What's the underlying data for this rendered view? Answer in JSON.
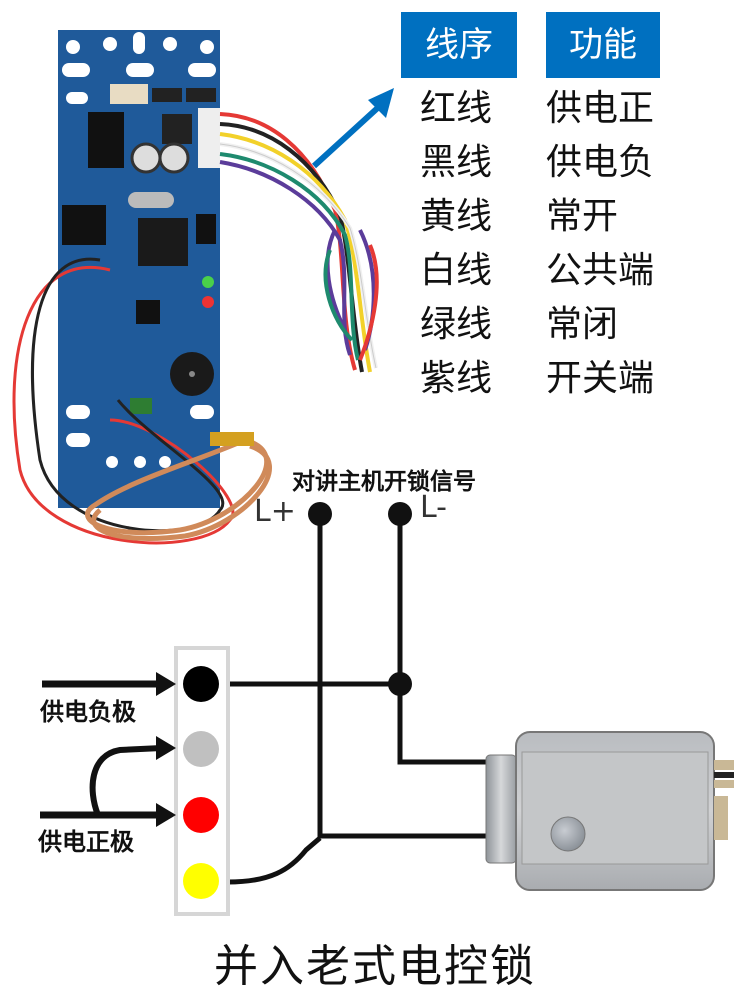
{
  "table": {
    "header_wire": "线序",
    "header_function": "功能",
    "rows": [
      {
        "wire": "红线",
        "function": "供电正"
      },
      {
        "wire": "黑线",
        "function": "供电负"
      },
      {
        "wire": "黄线",
        "function": "常开"
      },
      {
        "wire": "白线",
        "function": "公共端"
      },
      {
        "wire": "绿线",
        "function": "常闭"
      },
      {
        "wire": "紫线",
        "function": "开关端"
      }
    ]
  },
  "signal": {
    "title": "对讲主机开锁信号",
    "l_plus": "L+",
    "l_minus": "L-"
  },
  "terminal": {
    "negative_label": "供电负极",
    "positive_label": "供电正极",
    "pin_colors": [
      "#000000",
      "#c0c0c0",
      "#ff0000",
      "#ffff00"
    ]
  },
  "caption": "并入老式电控锁",
  "colors": {
    "header_blue": "#0070c0",
    "pcb_blue": "#1f5a9a",
    "wire_black": "#111111"
  }
}
